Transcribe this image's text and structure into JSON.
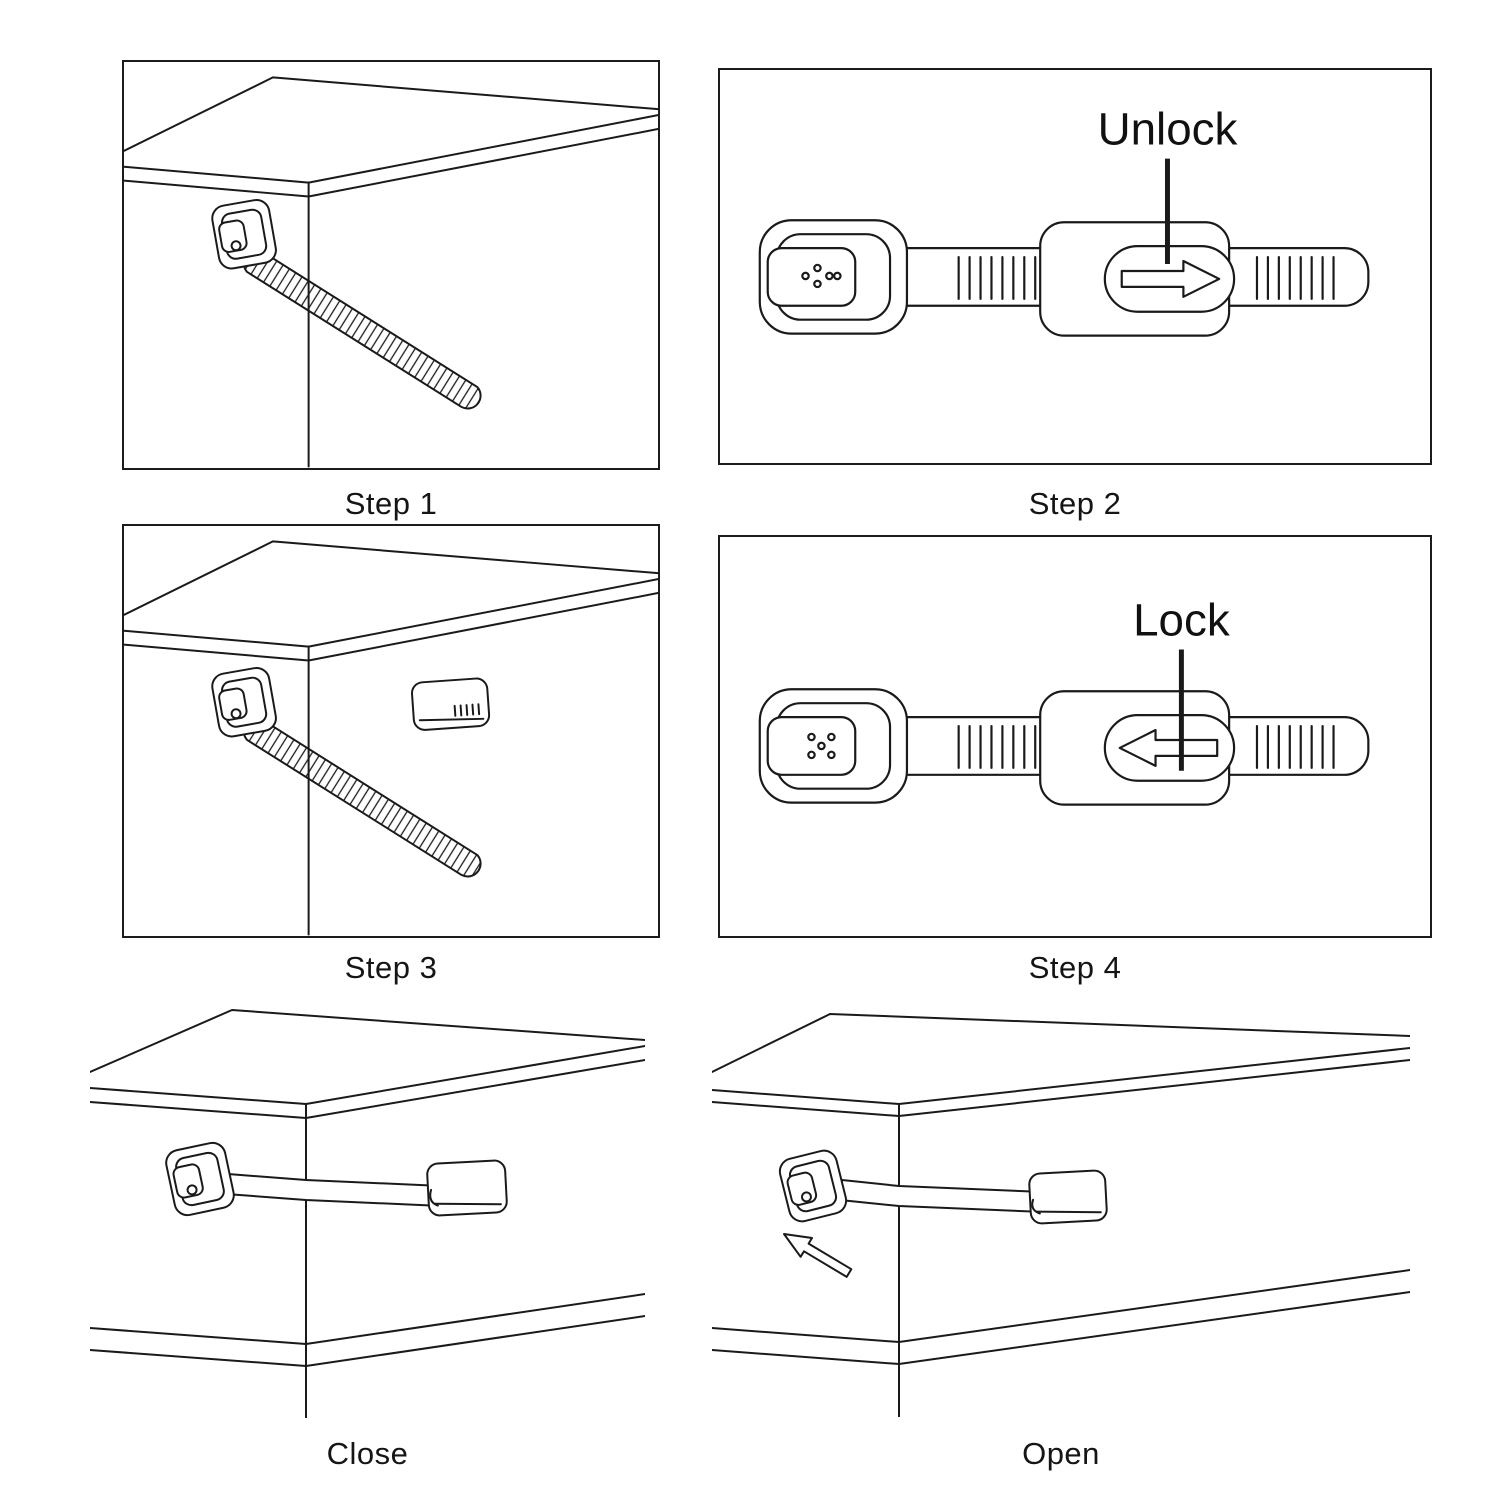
{
  "page": {
    "background": "#ffffff",
    "line_color": "#1a1a1a"
  },
  "panels": [
    {
      "caption": "Step 1"
    },
    {
      "caption": "Step 2",
      "label": "Unlock"
    },
    {
      "caption": "Step 3"
    },
    {
      "caption": "Step 4",
      "label": "Lock"
    },
    {
      "caption": "Close"
    },
    {
      "caption": "Open"
    }
  ]
}
